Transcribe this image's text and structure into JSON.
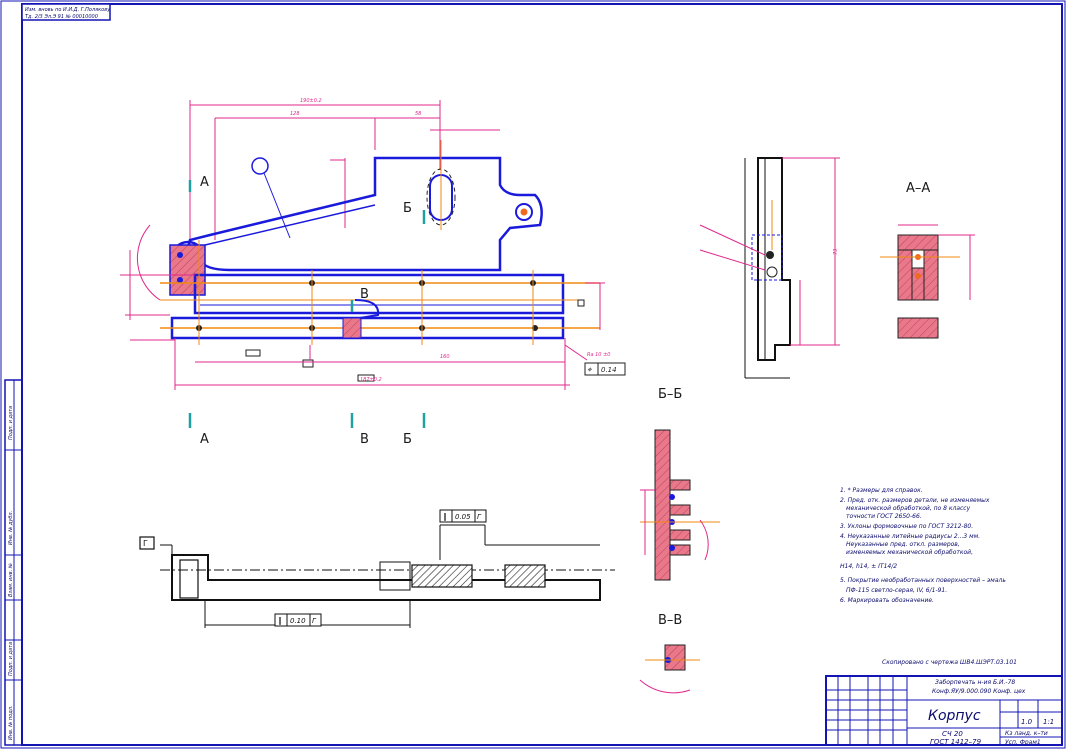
{
  "stamp_top_left": [
    "Изм. вновь по И.И.Д. Г.Полякову",
    "Тд. 2/3 Эл.Э 91 № 00010000"
  ],
  "section_labels": {
    "a": "А",
    "b": "Б",
    "v": "В",
    "aa": "А–А",
    "bb": "Б–Б",
    "vv": "В–В"
  },
  "dimensions": {
    "overall_top": "190±0.2",
    "top_128": "128",
    "top_58": "58",
    "slot_len": "160",
    "overall_bottom": "187±0.2",
    "roughness_main": "Ra 10 ±0",
    "tol_position": "0.14",
    "tol_top": "0.05",
    "tol_bottom": "0.10",
    "tol_datum": "Г",
    "view_height": "73"
  },
  "notes": [
    "1. * Размеры для справок.",
    "2. Пред. отк. размеров детали, не изменяемых",
    "механической обработкой, по 8 классу",
    "точности ГОСТ 2650-66.",
    "3. Уклоны формовочные по ГОСТ 3212-80.",
    "4. Неуказанные литейные радиусы 2...3 мм.",
    "Неуказанные пред. откл. размеров,",
    "изменяемых механической обработкой,",
    "H14, h14, ± IT14/2",
    "5. Покрытие необработанных поверхностей – эмаль",
    "ПФ-115 светло-серая, IV, 6/1-91.",
    "6. Маркировать обозначение."
  ],
  "copied_note": "Скопировано с чертежа ШВ4.ШЭРТ.03.101",
  "title_block": {
    "part_name": "Корпус",
    "material_1": "СЧ 20",
    "material_2": "ГОСТ 1412–79",
    "replaced_1": "Заборпечать н-ия Б.И.-78",
    "replaced_2": "Конф.ЯУ/9.000.090   Конф. цех",
    "mass": "1.0",
    "scale": "1:1",
    "extra_1": "Кз ланд. к–ти",
    "extra_2": "Усп. Фрам1"
  },
  "side_stamps": [
    "Инв. № подл.",
    "Подп. и дата",
    "Взам. инв. №",
    "Инв. № дубл.",
    "Подп. и дата"
  ],
  "colors": {
    "frame": "#1414b4",
    "part_outline": "#1a1adc",
    "dimension": "#e0288c",
    "center_line": "#f08a10",
    "section_fill": "#e8788a",
    "cut_mark": "#20a0a0"
  }
}
